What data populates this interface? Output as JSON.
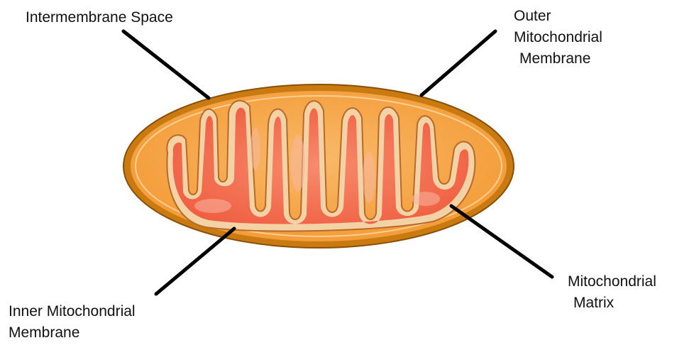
{
  "labels": {
    "intermembrane_space": "Intermembrane Space",
    "outer_membrane": [
      "Outer",
      "Mitochondrial",
      "Membrane"
    ],
    "inner_membrane": [
      "Inner Mitochondrial",
      "Membrane"
    ],
    "matrix": [
      "Mitochondrial",
      "Matrix"
    ]
  },
  "colors": {
    "outer_membrane": "#c97a10",
    "intermembrane_space": "#f6a84b",
    "inner_membrane": "#f3d2a6",
    "matrix": "#f26a4a",
    "matrix_highlight": "#f7b7a0",
    "pointer": "#000000"
  }
}
